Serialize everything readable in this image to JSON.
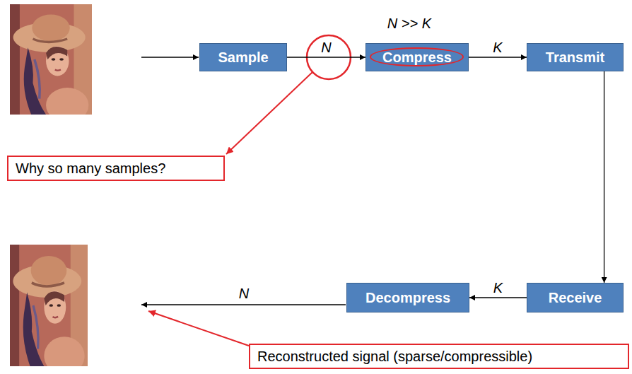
{
  "diagram": {
    "nodes": [
      {
        "text": [
          "Sample"
        ]
      },
      {
        "text": [
          "Compress"
        ]
      },
      {
        "text": [
          "Transmit"
        ]
      },
      {
        "text": [
          "Why so many samples?"
        ]
      },
      {
        "text": [
          "Decompress"
        ]
      },
      {
        "text": [
          "Receive"
        ]
      },
      {
        "text": [
          "Reconstructed signal (sparse/compressible)"
        ]
      }
    ],
    "edges": [
      {
        "from": 0,
        "to": 1,
        "arrow": "to",
        "label": "N"
      },
      {
        "from": 1,
        "to": 2,
        "arrow": "to",
        "label": "K"
      },
      {
        "from": 2,
        "to": 5,
        "arrow": "to"
      },
      {
        "from": 5,
        "to": 4,
        "arrow": "to",
        "label": "K"
      }
    ],
    "labels": [
      "N >> K",
      "N"
    ]
  }
}
